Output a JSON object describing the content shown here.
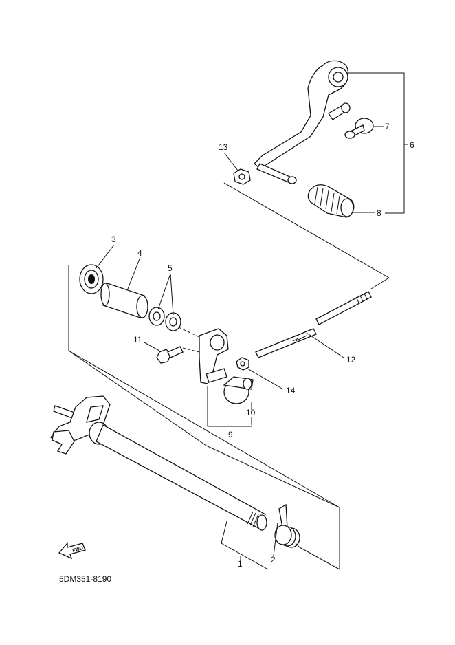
{
  "diagram": {
    "part_code": "5DM351-8190",
    "fwd_label": "FWD",
    "callouts": {
      "c1": "1",
      "c2": "2",
      "c3": "3",
      "c4": "4",
      "c5": "5",
      "c6": "6",
      "c7": "7",
      "c8": "8",
      "c9": "9",
      "c10": "10",
      "c11": "11",
      "c12": "12",
      "c13": "13",
      "c14": "14"
    }
  }
}
